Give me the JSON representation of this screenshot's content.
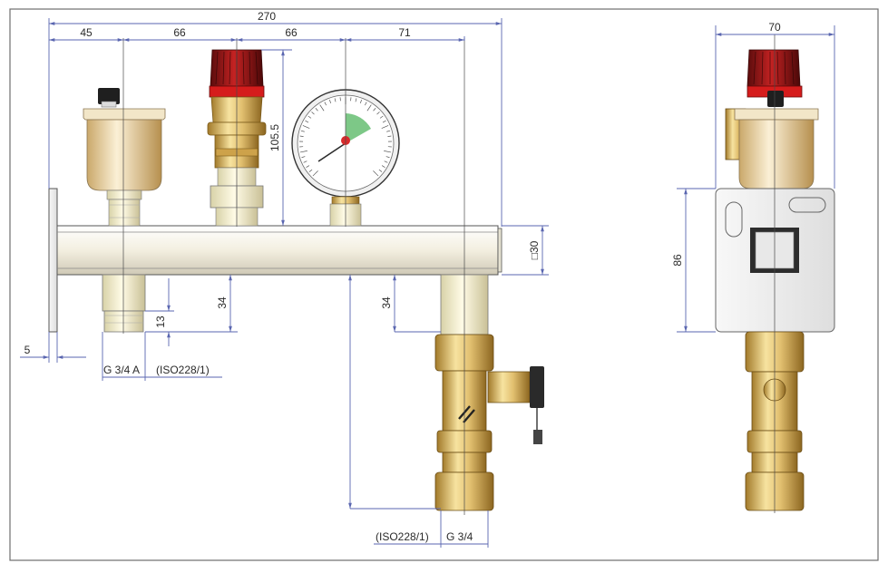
{
  "dimensions": {
    "total_width": "270",
    "seg_1": "45",
    "seg_2": "66",
    "seg_3": "66",
    "seg_4": "71",
    "height_105": "105.5",
    "bar_section": "□30",
    "wall_plate": "5",
    "drop_left": "34",
    "drop_mid": "34",
    "thread_len": "13",
    "side_width": "70",
    "side_height": "86"
  },
  "threads": {
    "left_thread": "G 3/4 A",
    "left_std": "(ISO228/1)",
    "bottom_std": "(ISO228/1)",
    "bottom_thread": "G 3/4"
  },
  "colors": {
    "dimension_line": "#5a66b0",
    "frame": "#6e6e6e",
    "brass": "#d9b65a",
    "cap_red": "#c81e1e"
  }
}
